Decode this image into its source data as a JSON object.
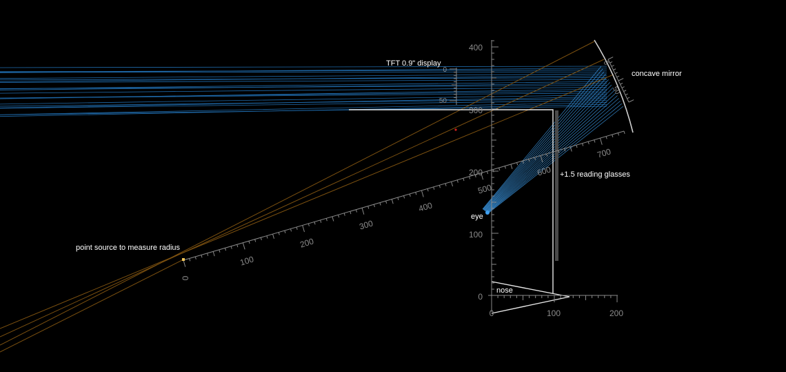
{
  "labels": {
    "display": "TFT 0.9\" display",
    "mirror": "concave mirror",
    "glasses": "+1.5 reading glasses",
    "eye": "eye",
    "nose": "nose",
    "point_source": "point source to measure radius"
  },
  "vertical_axis": {
    "ticks": [
      "0",
      "100",
      "200",
      "300",
      "400"
    ]
  },
  "horizontal_axis": {
    "ticks": [
      "0",
      "100",
      "200"
    ]
  },
  "radius_ruler": {
    "ticks": [
      "0",
      "100",
      "200",
      "300",
      "400",
      "500",
      "600",
      "700"
    ]
  },
  "display_ruler": {
    "ticks": [
      "0",
      "50"
    ]
  },
  "mirror_ruler": {
    "ticks": [
      "0",
      "50"
    ]
  },
  "colors": {
    "background": "#000000",
    "rays_blue": "#2a8fe6",
    "rays_orange": "#8a5a12",
    "ruler": "#8a8a8a",
    "outline": "#ffffff",
    "glasses": "#4a4a4a",
    "marker": "#d02020"
  }
}
